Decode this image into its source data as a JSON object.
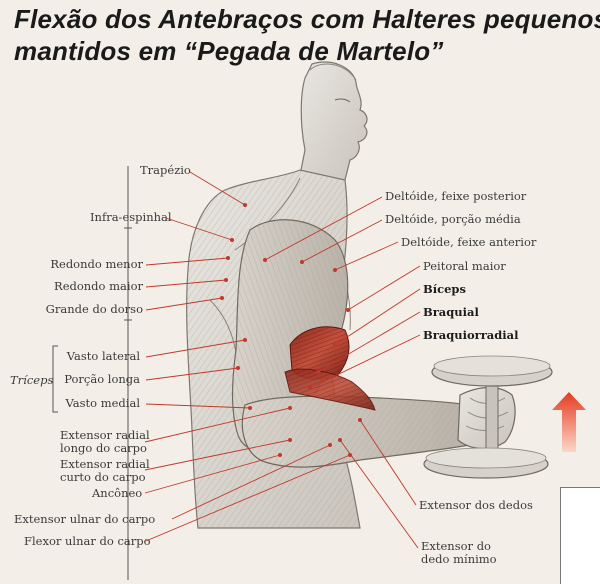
{
  "title": {
    "line1": "Flexão dos Antebraços com Halteres pequenos",
    "line2": "mantidos em “Pegada de Martelo”"
  },
  "labels_left": {
    "trapezio": "Trapézio",
    "infra_espinhal": "Infra-espinhal",
    "redondo_menor": "Redondo menor",
    "redondo_maior": "Redondo maior",
    "grande_dorso": "Grande do dorso",
    "vasto_lateral": "Vasto lateral",
    "porcao_longa": "Porção longa",
    "vasto_medial": "Vasto medial",
    "extensor_radial_longo": "Extensor radial\nlongo do carpo",
    "extensor_radial_curto": "Extensor radial\ncurto do carpo",
    "anconeo": "Ancôneo",
    "extensor_ulnar": "Extensor ulnar do carpo",
    "flexor_ulnar": "Flexor ulnar do carpo"
  },
  "triceps_group": "Tríceps",
  "labels_right": {
    "deltoide_posterior": "Deltóide, feixe posterior",
    "deltoide_media": "Deltóide, porção média",
    "deltoide_anterior": "Deltóide, feixe anterior",
    "peitoral_maior": "Peitoral maior",
    "biceps": "Bíceps",
    "braquial": "Braquial",
    "braquiorradial": "Braquiorradial"
  },
  "labels_bottom": {
    "extensor_dedos": "Extensor dos dedos",
    "extensor_dedo_minimo": "Extensor do\ndedo mínimo"
  },
  "colors": {
    "title": "#1a1a1a",
    "label": "#3a3a3a",
    "leader_line": "#c0392b",
    "highlight_muscle": "#b0392a",
    "arrow": "#e8472a"
  }
}
